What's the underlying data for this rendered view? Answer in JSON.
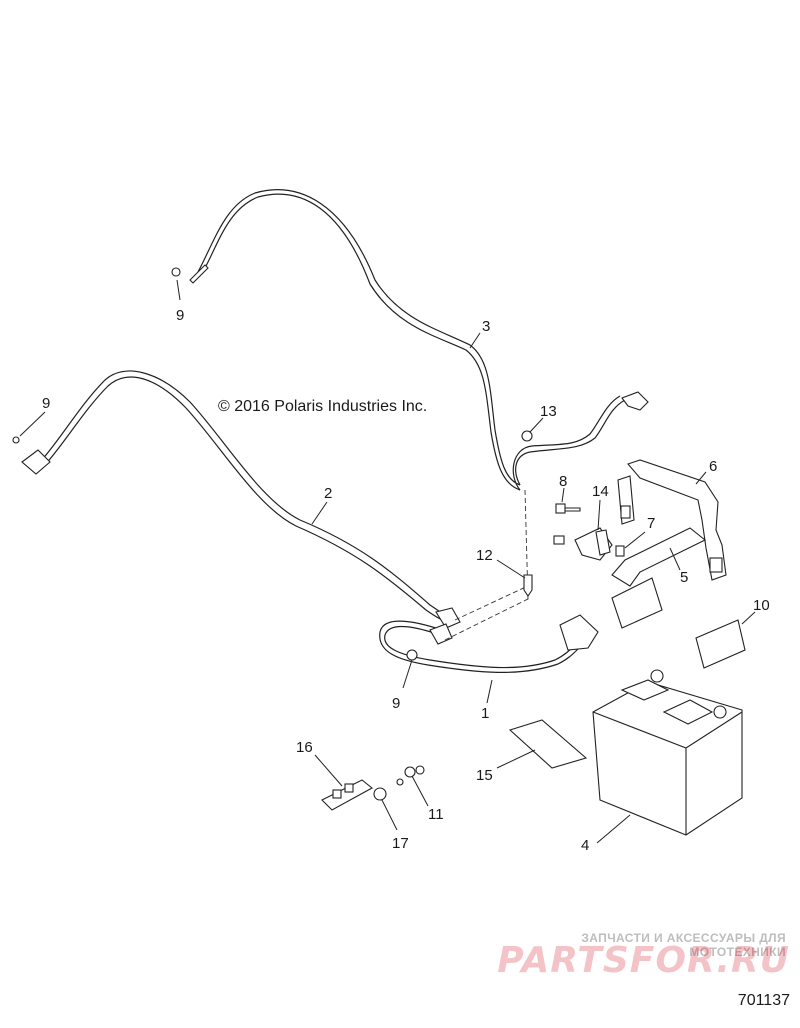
{
  "copyright": "© 2016 Polaris Industries Inc.",
  "drawing_number": "701137",
  "watermark": {
    "tagline": "ЗАПЧАСТИ И АКСЕССУАРЫ ДЛЯ МОТОТЕХНИКИ",
    "logo": "PARTSFOR.RU",
    "color": "#d62838"
  },
  "callouts": {
    "c1": "1",
    "c2": "2",
    "c3": "3",
    "c4": "4",
    "c5": "5",
    "c6": "6",
    "c7": "7",
    "c8": "8",
    "c9a": "9",
    "c9b": "9",
    "c9c": "9",
    "c10": "10",
    "c11": "11",
    "c12": "12",
    "c13": "13",
    "c14": "14",
    "c15": "15",
    "c16": "16",
    "c17": "17"
  }
}
